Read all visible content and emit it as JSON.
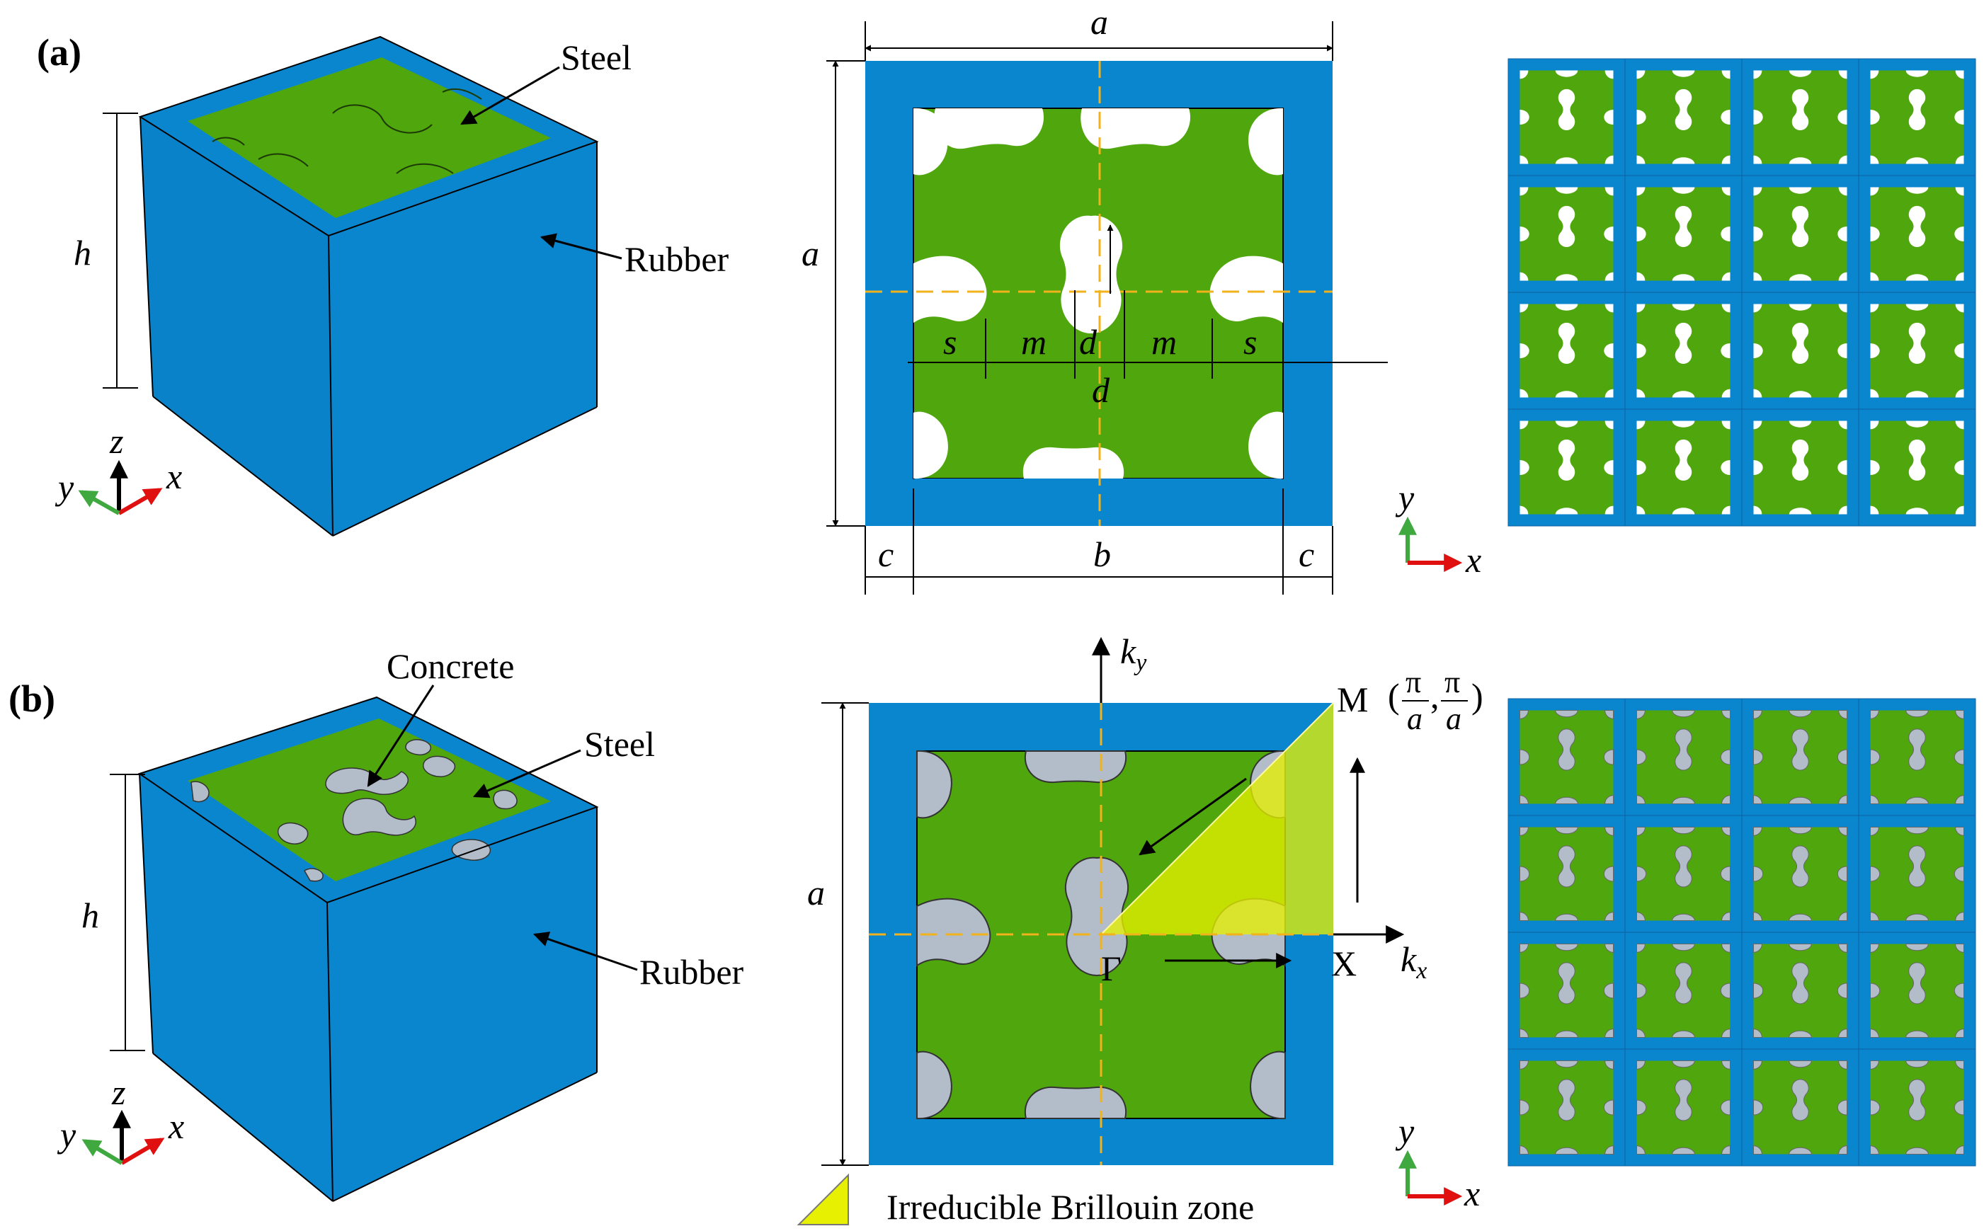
{
  "panels": {
    "a": {
      "label": "(a)",
      "cube": {
        "inner_material": "Steel",
        "outer_material": "Rubber",
        "height_label": "h",
        "axes": {
          "z": "z",
          "y": "y",
          "x": "x"
        }
      },
      "unit_cell": {
        "dim_a_top": "a",
        "dim_a_left": "a",
        "dim_s_left": "s",
        "dim_m_left": "m",
        "dim_d_center": "d",
        "dim_m_right": "m",
        "dim_s_right": "s",
        "dim_d_below": "d",
        "dim_c_left": "c",
        "dim_b": "b",
        "dim_c_right": "c",
        "axes": {
          "y": "y",
          "x": "x"
        }
      },
      "array": {
        "rows": 4,
        "cols": 4
      }
    },
    "b": {
      "label": "(b)",
      "cube": {
        "filler_material": "Concrete",
        "inner_material": "Steel",
        "outer_material": "Rubber",
        "height_label": "h",
        "axes": {
          "z": "z",
          "y": "y",
          "x": "x"
        }
      },
      "unit_cell": {
        "dim_a_left": "a",
        "ky": "k",
        "ky_sub": "y",
        "kx": "k",
        "kx_sub": "x",
        "point_m": "M",
        "point_m_coord_num": "π",
        "point_m_coord_den": "a",
        "point_x": "X",
        "point_gamma": "Γ",
        "axes": {
          "y": "y",
          "x": "x"
        }
      },
      "legend": "Irreducible Brillouin zone",
      "array": {
        "rows": 4,
        "cols": 4
      }
    }
  },
  "colors": {
    "rubber": "#0a86cf",
    "steel": "#4fa60d",
    "concrete": "#b3bcc9",
    "void": "#ffffff",
    "symmetry_line": "#f2b21c",
    "brillouin_zone": "#e6f000",
    "axis_x": "#e01010",
    "axis_y": "#3fa83f",
    "axis_z": "#000000"
  }
}
